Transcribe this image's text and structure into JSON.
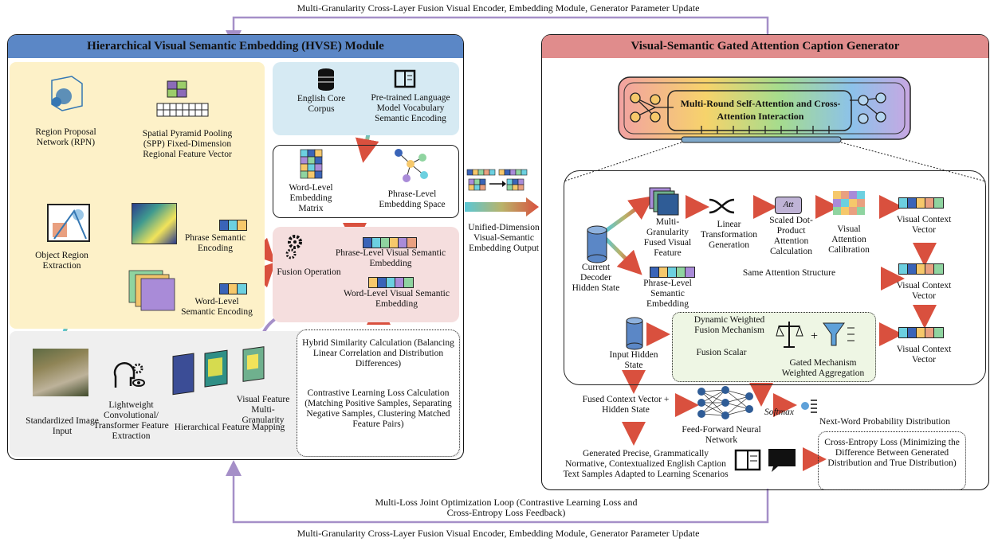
{
  "top_caption": "Multi-Granularity Cross-Layer Fusion Visual Encoder, Embedding Module, Generator Parameter Update",
  "bottom_caption": "Multi-Granularity Cross-Layer Fusion Visual Encoder, Embedding Module, Generator Parameter Update",
  "loop_label": "Multi-Loss Joint Optimization Loop (Contrastive Learning Loss and Cross-Entropy Loss Feedback)",
  "hvse": {
    "title": "Hierarchical Visual Semantic Embedding (HVSE) Module",
    "rpn": "Region Proposal Network (RPN)",
    "spp": "Spatial Pyramid Pooling (SPP) Fixed-Dimension Regional Feature Vector",
    "object_region": "Object Region Extraction",
    "phrase_semantic": "Phrase Semantic Encoding",
    "word_semantic": "Word-Level Semantic Encoding",
    "english_corpus": "English Core Corpus",
    "pretrained": "Pre-trained Language Model Vocabulary Semantic Encoding",
    "word_matrix": "Word-Level Embedding Matrix",
    "phrase_space": "Phrase-Level Embedding Space",
    "fusion_op": "Fusion Operation",
    "phrase_visual": "Phrase-Level Visual Semantic Embedding",
    "word_visual": "Word-Level Visual Semantic Embedding",
    "standardized": "Standardized Image Input",
    "lightweight": "Lightweight Convolutional/ Transformer Feature Extraction",
    "hier_mapping": "Hierarchical Feature Mapping",
    "visual_multi": "Visual Feature Multi-Granularity",
    "hybrid": "Hybrid Similarity Calculation (Balancing Linear Correlation and Distribution Differences)",
    "contrastive": "Contrastive Learning Loss Calculation (Matching Positive Samples, Separating Negative Samples, Clustering Matched Feature Pairs)"
  },
  "unified": "Unified-Dimension Visual-Semantic Embedding Output",
  "gen": {
    "title": "Visual-Semantic Gated Attention Caption Generator",
    "multiround": "Multi-Round Self-Attention and Cross-Attention Interaction",
    "current_decoder": "Current Decoder Hidden State",
    "multi_gran": "Multi-Granularity Fused Visual Feature",
    "linear": "Linear Transformation Generation",
    "att_glyph": "Att",
    "scaled": "Scaled Dot-Product Attention Calculation",
    "calibration": "Visual Attention Calibration",
    "vcv1": "Visual Context Vector",
    "phrase_emb": "Phrase-Level Semantic Embedding",
    "same_att": "Same Attention Structure",
    "vcv2": "Visual Context Vector",
    "input_hidden": "Input Hidden State",
    "dynamic": "Dynamic Weighted Fusion Mechanism",
    "fusion_scalar": "Fusion Scalar",
    "gated": "Gated Mechanism Weighted Aggregation",
    "vcv3": "Visual Context Vector",
    "fused_ctx": "Fused Context Vector + Hidden State",
    "ffnn": "Feed-Forward Neural Network",
    "softmax": "Softmax",
    "nextword": "Next-Word Probability Distribution",
    "generated": "Generated Precise, Grammatically Normative, Contextualized English Caption Text Samples Adapted to Learning Scenarios",
    "ce_loss": "Cross-Entropy Loss (Minimizing the Difference Between Generated Distribution and True Distribution)"
  },
  "colors": {
    "hvse_header": "#5b87c6",
    "gen_header": "#e08c8c",
    "yellow_bg": "#fdf1c8",
    "blue_bg": "#d6eaf3",
    "pink_bg": "#f5dede",
    "green_bg": "#eef6e4",
    "loop_line": "#a58fc8"
  }
}
